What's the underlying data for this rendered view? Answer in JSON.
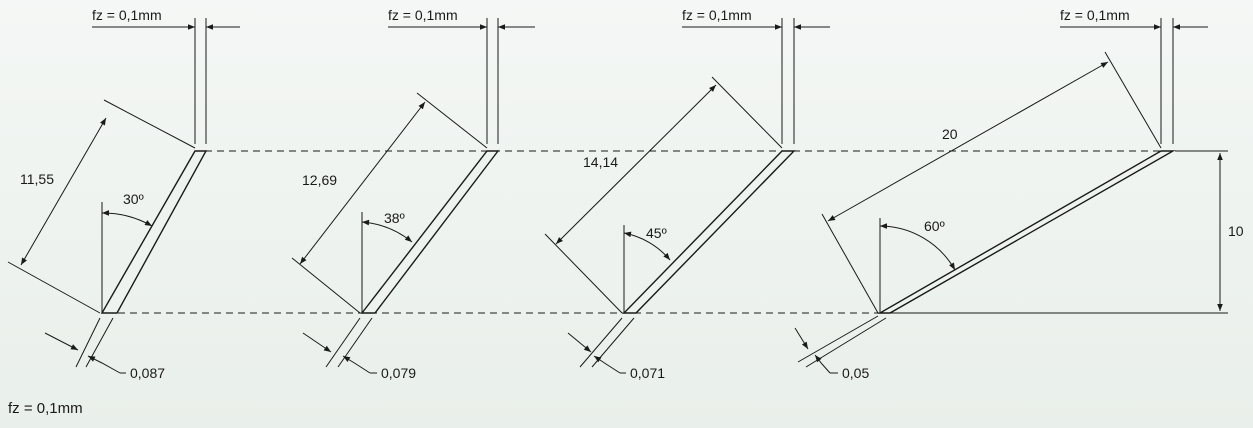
{
  "footnote": "fz = 0,1mm",
  "height_label": "10",
  "colors": {
    "line": "#1a1a1a",
    "background": "#eef3ef"
  },
  "panels": [
    {
      "fz": "fz = 0,1mm",
      "length": "11,55",
      "angle": "30º",
      "thickness": "0,087",
      "angle_deg": 30
    },
    {
      "fz": "fz = 0,1mm",
      "length": "12,69",
      "angle": "38º",
      "thickness": "0,079",
      "angle_deg": 38
    },
    {
      "fz": "fz = 0,1mm",
      "length": "14,14",
      "angle": "45º",
      "thickness": "0,071",
      "angle_deg": 45
    },
    {
      "fz": "fz = 0,1mm",
      "length": "20",
      "angle": "60º",
      "thickness": "0,05",
      "angle_deg": 60
    }
  ]
}
